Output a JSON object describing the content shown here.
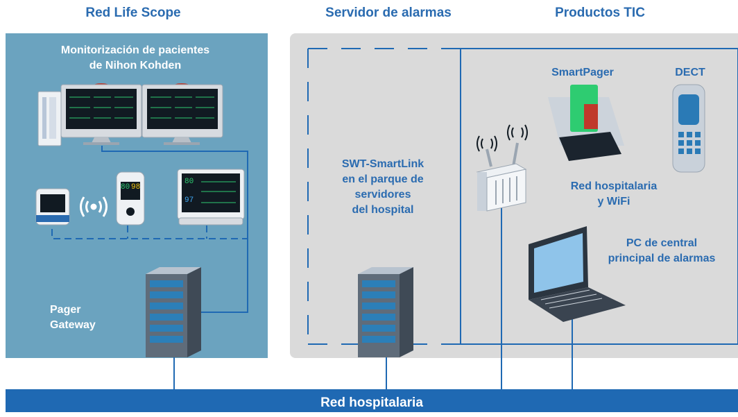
{
  "headers": {
    "left": "Red Life Scope",
    "middle": "Servidor de alarmas",
    "right": "Productos TIC"
  },
  "left_panel": {
    "title_line1": "Monitorización de pacientes",
    "title_line2": "de Nihon Kohden",
    "pager_line1": "Pager",
    "pager_line2": "Gateway"
  },
  "middle_panel": {
    "line1": "SWT-SmartLink",
    "line2": "en el parque de",
    "line3": "servidores",
    "line4": "del hospital"
  },
  "right_panel": {
    "smartpager": "SmartPager",
    "dect": "DECT",
    "network_line1": "Red hospitalaria",
    "network_line2": "y WiFi",
    "pc_line1": "PC de central",
    "pc_line2": "principal de alarmas"
  },
  "monitor_readings": {
    "value_a": "80",
    "value_b": "98",
    "value_c": "97"
  },
  "bottom_bar": "Red hospitalaria",
  "colors": {
    "left_bg": "#6ba3bf",
    "right_bg": "#dadada",
    "accent_blue": "#2a6bb0",
    "bar_blue": "#1f69b3"
  }
}
